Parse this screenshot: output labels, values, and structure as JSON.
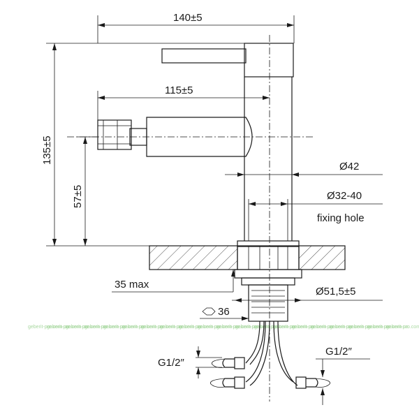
{
  "dimensions": {
    "width_total": "140±5",
    "spout_length": "115±5",
    "height_total": "135±5",
    "spout_height": "57±5",
    "body_diameter": "Ø42",
    "hole_diameter": "Ø32-40",
    "hole_label": "fixing hole",
    "deck_max": "35 max",
    "nut_diameter": "Ø51,5±5",
    "hex_size": "36",
    "thread_left": "G1/2″",
    "thread_right": "G1/2″"
  },
  "watermark_text": "geberit-pro.com.ua",
  "icons": {
    "hex": "hexagon-icon"
  }
}
